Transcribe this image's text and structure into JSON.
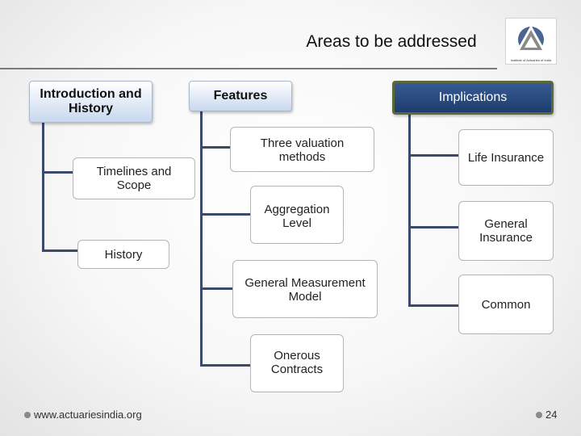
{
  "slide": {
    "title": "Areas to be addressed"
  },
  "logo": {
    "caption": "Institute of Actuaries of India"
  },
  "columns": [
    {
      "header": "Introduction and History",
      "items": [
        "Timelines and Scope",
        "History"
      ]
    },
    {
      "header": "Features",
      "items": [
        "Three valuation methods",
        "Aggregation Level",
        "General Measurement Model",
        "Onerous Contracts"
      ]
    },
    {
      "header": "Implications",
      "items": [
        "Life Insurance",
        "General Insurance",
        "Common"
      ]
    }
  ],
  "footer": {
    "url": "www.actuariesindia.org",
    "page": "24"
  },
  "colors": {
    "connector": "#3a4a6a",
    "implications_header": "#2a4a80",
    "header_gradient_end": "#c8d8ee"
  }
}
